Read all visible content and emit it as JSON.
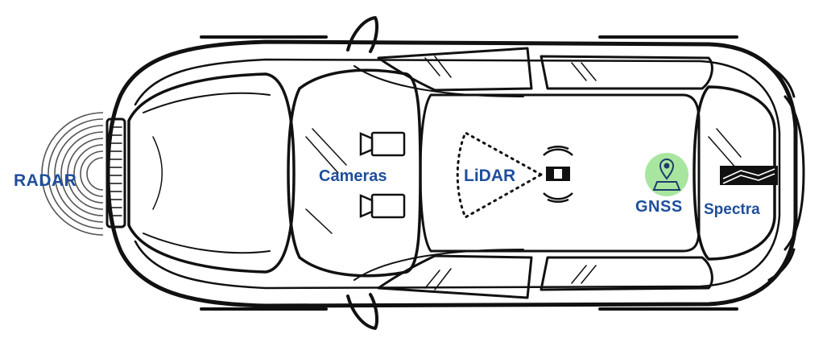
{
  "sensors": {
    "radar": "RADAR",
    "cameras": "Cameras",
    "lidar": "LiDAR",
    "gnss": "GNSS",
    "spectra": "Spectra"
  },
  "colors": {
    "label": "#1f4e9c",
    "outline": "#111111",
    "gnss_highlight": "#a8e6a0"
  }
}
